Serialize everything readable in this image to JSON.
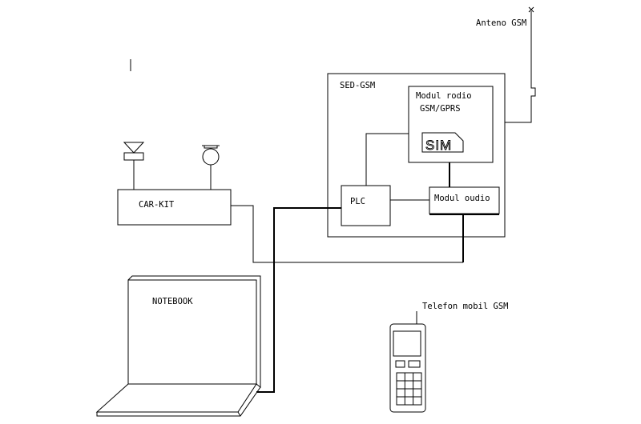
{
  "labels": {
    "antenna": "Anteno GSM",
    "sed_gsm": "SED-GSM",
    "radio_line1": "Modul rodio",
    "radio_line2": "GSM/GPRS",
    "sim": "SIM",
    "plc": "PLC",
    "audio": "Modul oudio",
    "car_kit": "CAR-KIT",
    "notebook": "NOTEBOOK",
    "phone": "Telefon mobil GSM"
  },
  "colors": {
    "stroke": "#000000",
    "background": "#ffffff"
  }
}
